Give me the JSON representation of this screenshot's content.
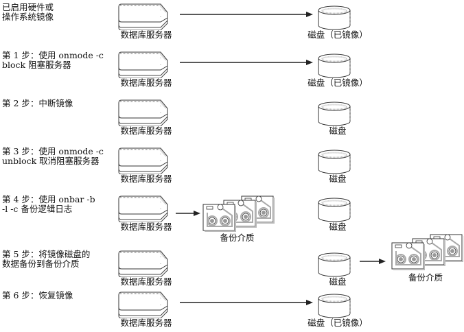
{
  "labels": {
    "server": "数据库服务器",
    "disk_mirrored": "磁盘（已镜像）",
    "disk": "磁盘",
    "backup_media": "备份介质"
  },
  "rows": [
    {
      "step": "已启用硬件或\n操作系统镜像",
      "disk_label": "磁盘（已镜像）",
      "server": true,
      "arrow_to_disk": true
    },
    {
      "step": "第 1 步：使用 onmode -c\nblock 阻塞服务器",
      "disk_label": "磁盘（已镜像）",
      "server": true,
      "arrow_to_disk": true
    },
    {
      "step": "第 2 步：中断镜像",
      "disk_label": "磁盘",
      "server": true,
      "arrow_to_disk": false
    },
    {
      "step": "第 3 步：使用 onmode -c\nunblock 取消阻塞服务器",
      "disk_label": "磁盘",
      "server": true,
      "arrow_to_disk": false
    },
    {
      "step": "第 4 步：使用 onbar -b\n-l -c 备份逻辑日志",
      "disk_label": "磁盘",
      "server": true,
      "arrow_to_media": true,
      "media_label": "备份介质"
    },
    {
      "step": "第 5 步：将镜像磁盘的\n数据备份到备份介质",
      "disk_label": "磁盘",
      "server": true,
      "disk_to_media": true,
      "media_label": "备份介质"
    },
    {
      "step": "第 6 步：恢复镜像",
      "disk_label": "磁盘（已镜像）",
      "server": true,
      "arrow_to_disk": true
    }
  ]
}
